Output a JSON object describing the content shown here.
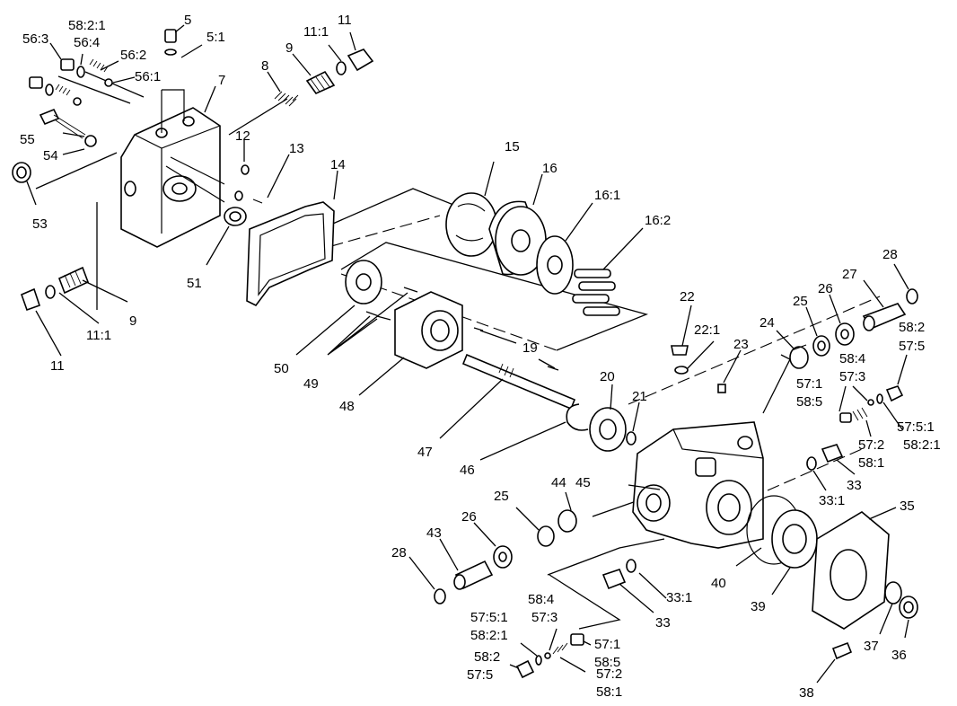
{
  "callouts": [
    "56:3",
    "58:2:1",
    "56:4",
    "56:2",
    "56:1",
    "5",
    "5:1",
    "7",
    "8",
    "9",
    "11:1",
    "11",
    "12",
    "13",
    "14",
    "15",
    "16",
    "16:1",
    "16:2",
    "55",
    "54",
    "53",
    "51",
    "11",
    "11:1",
    "9",
    "50",
    "49",
    "48",
    "47",
    "46",
    "19",
    "20",
    "21",
    "22",
    "22:1",
    "23",
    "24",
    "25",
    "26",
    "27",
    "28",
    "58:2",
    "57:5",
    "58:4",
    "57:3",
    "57:1",
    "58:5",
    "57:5:1",
    "58:2:1",
    "57:2",
    "58:1",
    "33",
    "33:1",
    "35",
    "45",
    "44",
    "25",
    "26",
    "28",
    "43",
    "40",
    "39",
    "37",
    "36",
    "38",
    "33:1",
    "33",
    "58:4",
    "57:3",
    "57:5:1",
    "58:2:1",
    "57:1",
    "58:5",
    "58:2",
    "57:5",
    "57:2",
    "58:1"
  ]
}
